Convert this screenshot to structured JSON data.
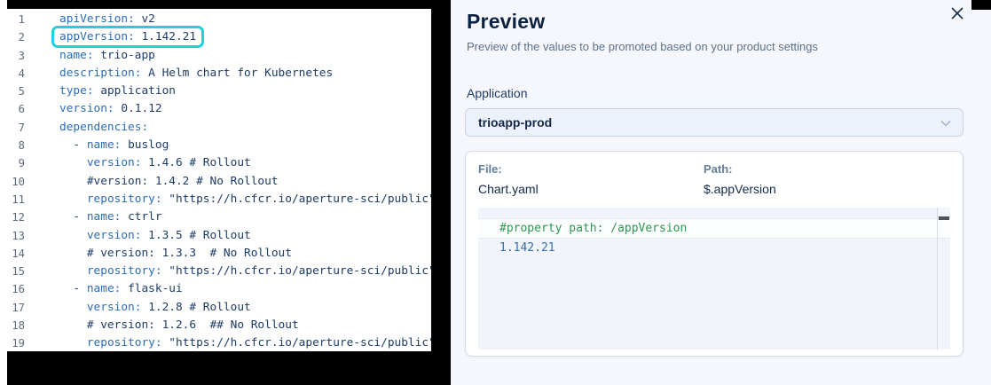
{
  "colors": {
    "highlight_box": "#1dd0e2",
    "code_key": "#2a6db6",
    "code_plain": "#1c3c66",
    "preview_comment_green": "#2e9750",
    "preview_value_blue": "#336fad"
  },
  "code_panel": {
    "lines": [
      {
        "n": "1",
        "box": false,
        "parts": [
          [
            "key",
            "apiVersion:"
          ],
          [
            "plain",
            " v2"
          ]
        ]
      },
      {
        "n": "2",
        "box": true,
        "parts": [
          [
            "key",
            "appVersion:"
          ],
          [
            "plain",
            " 1.142.21"
          ]
        ]
      },
      {
        "n": "3",
        "box": false,
        "parts": [
          [
            "key",
            "name:"
          ],
          [
            "plain",
            " trio-app"
          ]
        ]
      },
      {
        "n": "4",
        "box": false,
        "parts": [
          [
            "key",
            "description:"
          ],
          [
            "plain",
            " A Helm chart for Kubernetes"
          ]
        ]
      },
      {
        "n": "5",
        "box": false,
        "parts": [
          [
            "key",
            "type:"
          ],
          [
            "plain",
            " application"
          ]
        ]
      },
      {
        "n": "6",
        "box": false,
        "parts": [
          [
            "key",
            "version:"
          ],
          [
            "plain",
            " 0.1.12"
          ]
        ]
      },
      {
        "n": "7",
        "box": false,
        "parts": [
          [
            "key",
            "dependencies:"
          ]
        ]
      },
      {
        "n": "8",
        "box": false,
        "parts": [
          [
            "plain",
            "  - "
          ],
          [
            "key",
            "name:"
          ],
          [
            "plain",
            " buslog"
          ]
        ]
      },
      {
        "n": "9",
        "box": false,
        "parts": [
          [
            "plain",
            "    "
          ],
          [
            "key",
            "version:"
          ],
          [
            "plain",
            " 1.4.6 # Rollout"
          ]
        ]
      },
      {
        "n": "10",
        "box": false,
        "parts": [
          [
            "plain",
            "    #version: 1.4.2 # No Rollout"
          ]
        ]
      },
      {
        "n": "11",
        "box": false,
        "parts": [
          [
            "plain",
            "    "
          ],
          [
            "key",
            "repository:"
          ],
          [
            "plain",
            " \"https://h.cfcr.io/aperture-sci/public\""
          ]
        ]
      },
      {
        "n": "12",
        "box": false,
        "parts": [
          [
            "plain",
            "  - "
          ],
          [
            "key",
            "name:"
          ],
          [
            "plain",
            " ctrlr"
          ]
        ]
      },
      {
        "n": "13",
        "box": false,
        "parts": [
          [
            "plain",
            "    "
          ],
          [
            "key",
            "version:"
          ],
          [
            "plain",
            " 1.3.5 # Rollout"
          ]
        ]
      },
      {
        "n": "14",
        "box": false,
        "parts": [
          [
            "plain",
            "    # version: 1.3.3  # No Rollout"
          ]
        ]
      },
      {
        "n": "15",
        "box": false,
        "parts": [
          [
            "plain",
            "    "
          ],
          [
            "key",
            "repository:"
          ],
          [
            "plain",
            " \"https://h.cfcr.io/aperture-sci/public\""
          ]
        ]
      },
      {
        "n": "16",
        "box": false,
        "parts": [
          [
            "plain",
            "  - "
          ],
          [
            "key",
            "name:"
          ],
          [
            "plain",
            " flask-ui"
          ]
        ]
      },
      {
        "n": "17",
        "box": false,
        "parts": [
          [
            "plain",
            "    "
          ],
          [
            "key",
            "version:"
          ],
          [
            "plain",
            " 1.2.8 # Rollout"
          ]
        ]
      },
      {
        "n": "18",
        "box": false,
        "parts": [
          [
            "plain",
            "    # version: 1.2.6  ## No Rollout"
          ]
        ]
      },
      {
        "n": "19",
        "box": false,
        "parts": [
          [
            "plain",
            "    "
          ],
          [
            "key",
            "repository:"
          ],
          [
            "plain",
            " \"https://h.cfcr.io/aperture-sci/public\""
          ]
        ]
      }
    ]
  },
  "preview": {
    "title": "Preview",
    "subtitle": "Preview of the values to be promoted based on your product settings",
    "application": {
      "label": "Application",
      "value": "trioapp-prod"
    },
    "file": {
      "label": "File:",
      "value": "Chart.yaml"
    },
    "path": {
      "label": "Path:",
      "value": "$.appVersion"
    },
    "code_lines": [
      {
        "text": "#property path: /appVersion",
        "style": "comment",
        "highlighted": true
      },
      {
        "text": "1.142.21",
        "style": "value",
        "highlighted": false
      }
    ]
  }
}
